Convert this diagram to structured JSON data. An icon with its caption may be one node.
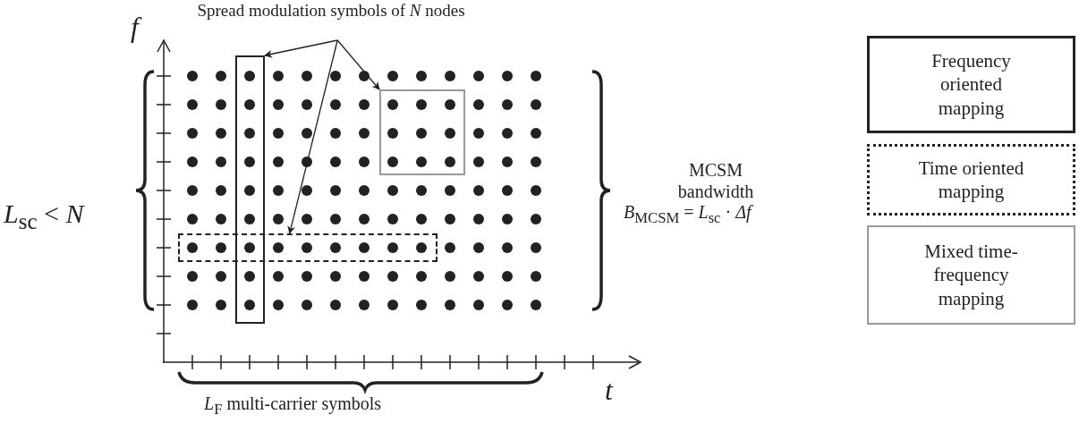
{
  "diagram": {
    "nodes": [
      {
        "text": [
          "Spread modulation symbols of *N* nodes"
        ]
      },
      {
        "text": [],
        "shape": "box"
      },
      {
        "text": [],
        "shape": "box"
      },
      {
        "text": [],
        "shape": "box"
      },
      {
        "text": [
          "Frequency oriented mapping"
        ]
      },
      {
        "text": [
          "Time oriented mapping"
        ]
      },
      {
        "text": [
          "Mixed time-frequency mapping"
        ]
      }
    ],
    "edges": [
      {
        "from": 0,
        "to": 1,
        "arrow": "to"
      },
      {
        "from": 0,
        "to": 2,
        "arrow": "to"
      },
      {
        "from": 0,
        "to": 3,
        "arrow": "to"
      }
    ],
    "labels": [
      "f",
      "*L*$_{sc}$ < *N*",
      "MCSM bandwidth",
      "*B*$_{MCSM}$ = *L*$_{sc}$ · *Δf*",
      "t",
      "*L*$_{F}$ multi-carrier symbols"
    ]
  }
}
